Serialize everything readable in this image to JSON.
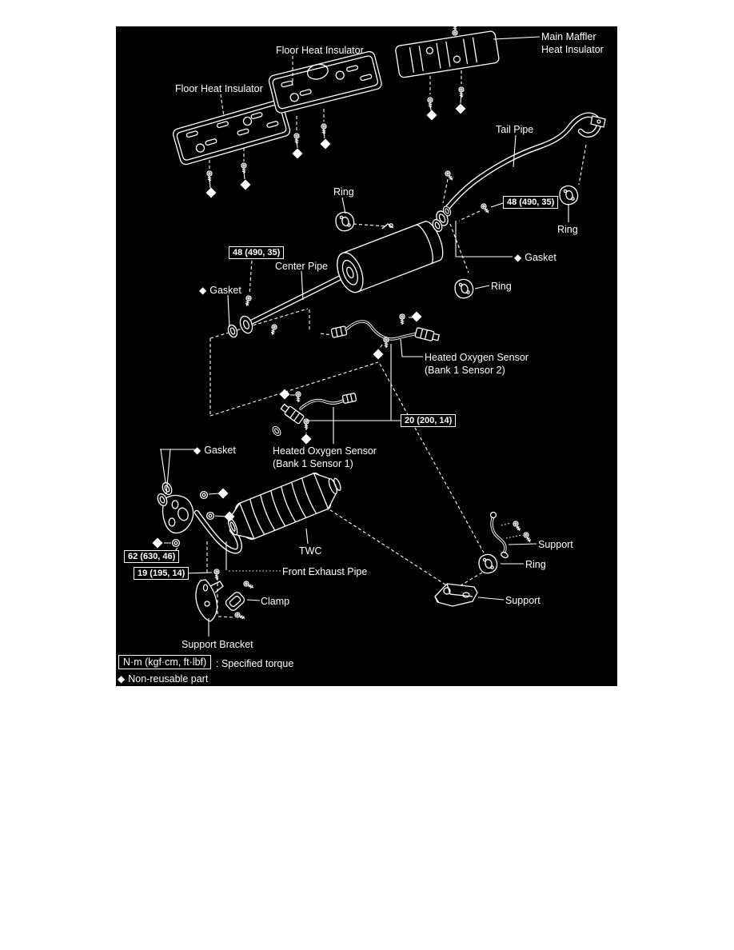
{
  "canvas": {
    "background": "#000000",
    "page_background": "#ffffff",
    "line_color": "#ffffff"
  },
  "glyphs": {
    "diamond": "◆"
  },
  "labels": {
    "floor_heat_insulator_left": "Floor Heat Insulator",
    "floor_heat_insulator_center": "Floor Heat Insulator",
    "main_muffler_heat_insulator_line1": "Main Maffler",
    "main_muffler_heat_insulator_line2": "Heat Insulator",
    "tail_pipe": "Tail Pipe",
    "ring_upper": "Ring",
    "ring_right": "Ring",
    "ring_mid": "Ring",
    "ring_lower": "Ring",
    "gasket_tail": "Gasket",
    "gasket_center": "Gasket",
    "gasket_front": "Gasket",
    "center_pipe": "Center Pipe",
    "ho2s_b1s2_line1": "Heated Oxygen Sensor",
    "ho2s_b1s2_line2": "(Bank 1 Sensor 2)",
    "ho2s_b1s1_line1": "Heated Oxygen Sensor",
    "ho2s_b1s1_line2": "(Bank 1 Sensor 1)",
    "twc": "TWC",
    "front_exhaust_pipe": "Front Exhaust Pipe",
    "clamp": "Clamp",
    "support_bracket": "Support Bracket",
    "support_upper": "Support",
    "support_lower": "Support"
  },
  "torque_specs": {
    "tail_pipe_to_center_pipe": "48 (490, 35)",
    "center_pipe_joint": "48 (490, 35)",
    "oxygen_sensors": "20 (200, 14)",
    "front_pipe_to_manifold": "62 (630, 46)",
    "front_pipe_bracket": "19 (195, 14)"
  },
  "legend": {
    "torque_unit_box": "N·m (kgf·cm, ft·lbf)",
    "torque_description": ": Specified torque",
    "non_reusable_note": "Non-reusable part"
  }
}
